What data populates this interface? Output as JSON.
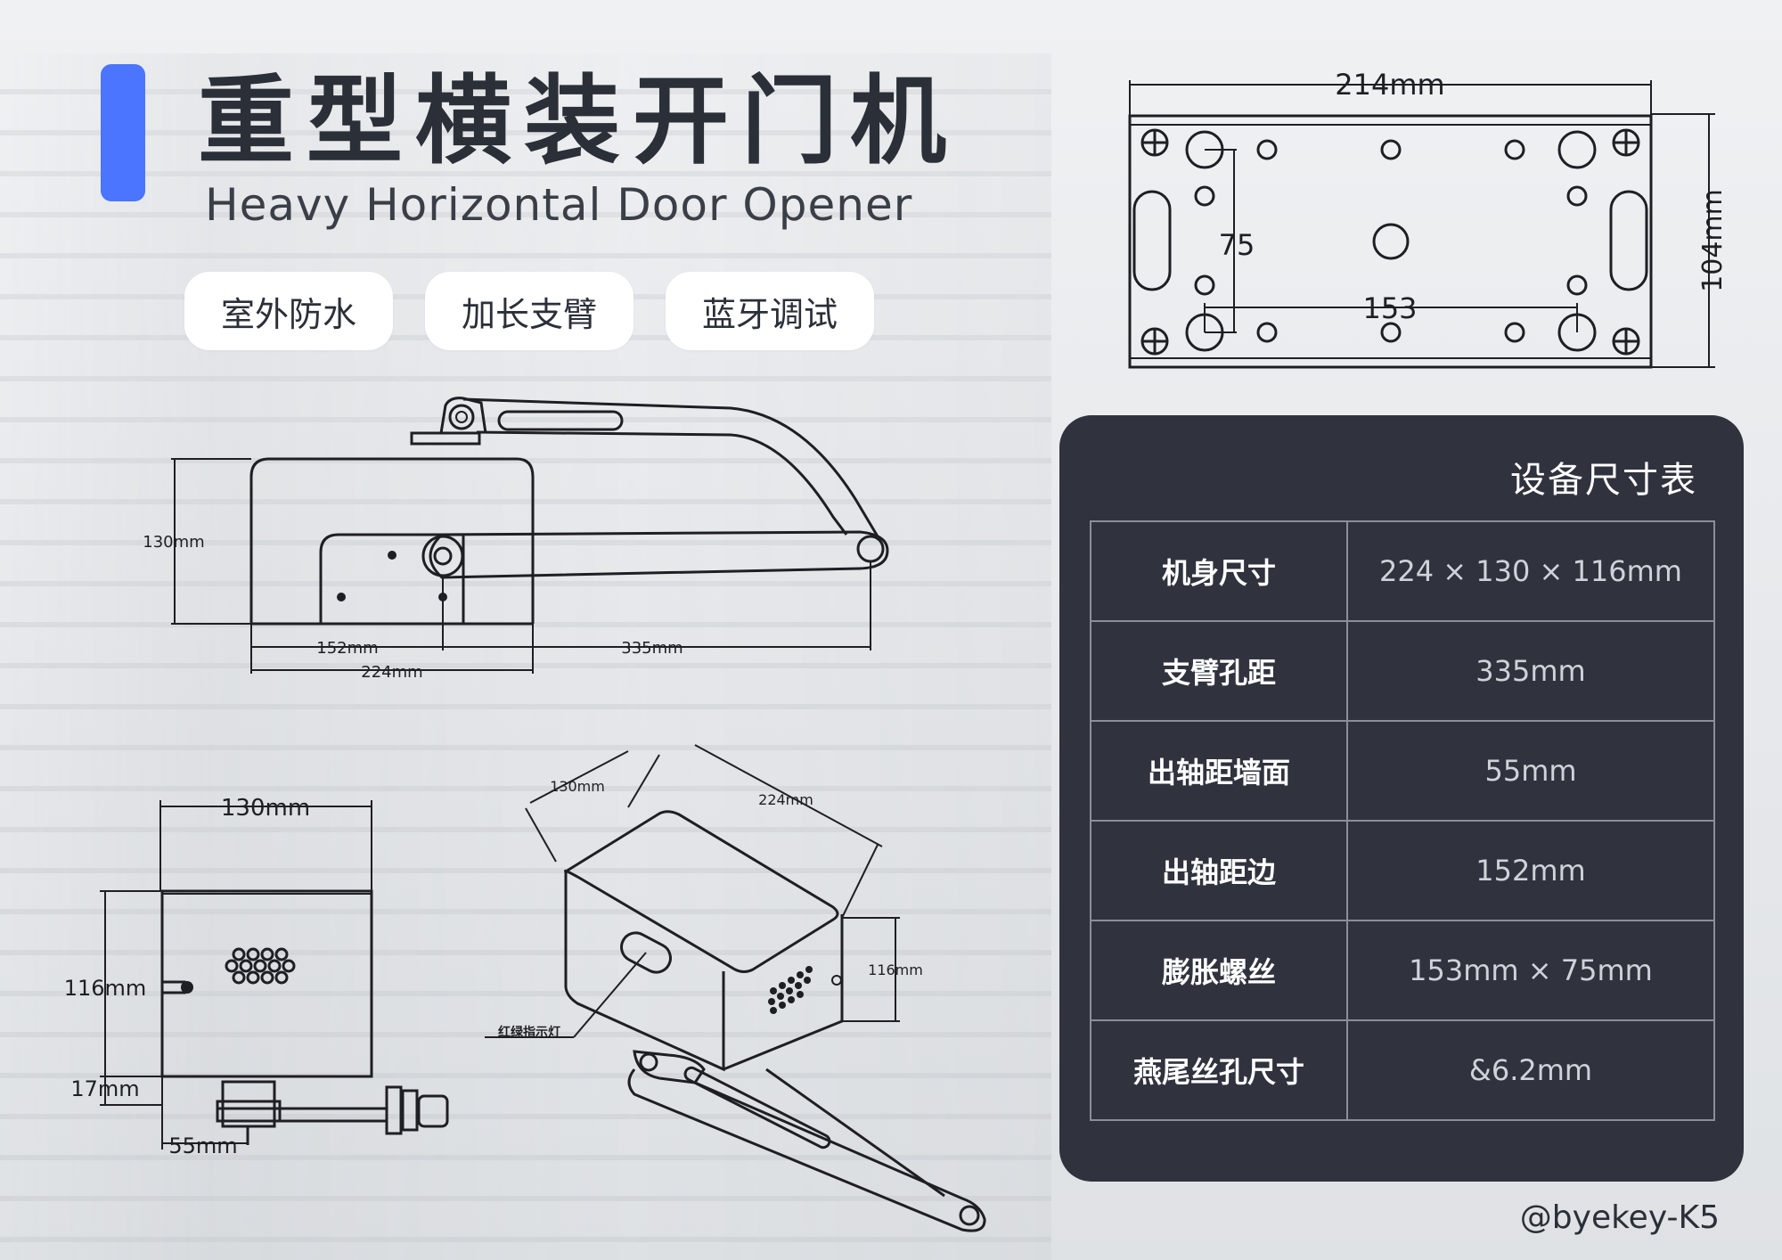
{
  "header": {
    "title": "重型横装开门机",
    "subtitle": "Heavy Horizontal Door Opener"
  },
  "tags": [
    "室外防水",
    "加长支臂",
    "蓝牙调试"
  ],
  "diagrams": {
    "side_view": {
      "height": "130mm",
      "axis_offset": "152mm",
      "body_length": "224mm",
      "arm_span": "335mm"
    },
    "mount_plate": {
      "width": "214mm",
      "height": "104mm",
      "hole_v": "75",
      "hole_h": "153"
    },
    "front_view": {
      "width": "130mm",
      "height": "116mm",
      "base": "17mm",
      "axis": "55mm"
    },
    "iso_view": {
      "depth": "130mm",
      "length": "224mm",
      "height": "116mm",
      "led_label": "红绿指示灯"
    }
  },
  "spec_table": {
    "title": "设备尺寸表",
    "rows": [
      {
        "label": "机身尺寸",
        "value": "224 × 130 × 116mm"
      },
      {
        "label": "支臂孔距",
        "value": "335mm"
      },
      {
        "label": "出轴距墙面",
        "value": "55mm"
      },
      {
        "label": "出轴距边",
        "value": "152mm"
      },
      {
        "label": "膨胀螺丝",
        "value": "153mm × 75mm"
      },
      {
        "label": "燕尾丝孔尺寸",
        "value": "&6.2mm"
      }
    ]
  },
  "footer": {
    "handle": "@byekey-K5"
  },
  "colors": {
    "accent": "#4b74ff",
    "panel": "#30333e",
    "text": "#2b2f38"
  }
}
